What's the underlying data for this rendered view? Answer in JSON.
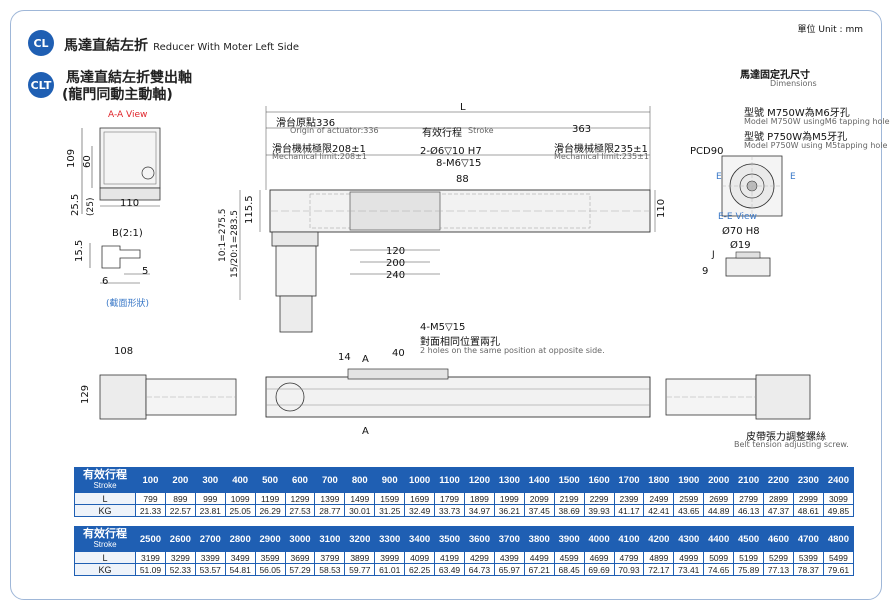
{
  "header": {
    "unit_label": "單位 Unit : mm",
    "cl": {
      "badge": "CL",
      "title_zh": "馬達直結左折",
      "title_en": "Reducer With Moter Left Side"
    },
    "clt": {
      "badge": "CLT",
      "title_zh": "馬達直結左折雙出軸",
      "subtitle_zh": "(龍門同動主動軸)"
    }
  },
  "left_views": {
    "aa_label": "A-A View",
    "dims": {
      "h109": "109",
      "h60": "60",
      "h25_5": "25.5",
      "h25": "(25)",
      "w110": "110",
      "b21": "B(2:1)",
      "h15_5": "15.5",
      "d5": "5",
      "d6": "6"
    },
    "section_note": "(截面形狀)"
  },
  "main_drawing": {
    "L": "L",
    "origin_zh": "滑台原點336",
    "origin_en": "Origin of actuator:336",
    "stroke_zh": "有效行程",
    "stroke_en": "Stroke",
    "right_len": "363",
    "mech_left_zh": "滑台機械極限208±1",
    "mech_left_en": "Mechanical limit:208±1",
    "mech_right_zh": "滑台機械極限235±1",
    "mech_right_en": "Mechanical limit:235±1",
    "holes1": "2-Ø6▽10 H7",
    "holes2": "8-M6▽15",
    "d88": "88",
    "d115_5": "115.5",
    "d110": "110",
    "ratio1": "10:1=275.5",
    "ratio2": "15/20:1=283.5",
    "d120": "120",
    "d200": "200",
    "d240": "240"
  },
  "right_views": {
    "title_zh": "馬達固定孔尺寸",
    "title_en": "Dimensions",
    "m750_zh": "型號 M750W為M6牙孔",
    "m750_en": "Model M750W usingM6 tapping hole",
    "p750_zh": "型號 P750W為M5牙孔",
    "p750_en": "Model P750W using M5tapping hole",
    "pcd": "PCD90",
    "ee_label": "E-E View",
    "d70": "Ø70 H8",
    "d19": "Ø19",
    "e_mark": "E",
    "j_mark": "J",
    "d9": "9"
  },
  "lower_drawing": {
    "holes_zh": "4-M5▽15",
    "holes_zh2": "對面相同位置兩孔",
    "holes_en": "2 holes on the same position at opposite side.",
    "d14": "14",
    "d40": "40",
    "a_mark": "A",
    "d108": "108",
    "d129": "129",
    "belt_zh": "皮帶張力調整螺絲",
    "belt_en": "Belt tension adjusting screw."
  },
  "spec_table": {
    "header_zh": "有效行程",
    "header_en": "Stroke",
    "row_L": "L",
    "row_KG": "KG",
    "block1": {
      "strokes": [
        "100",
        "200",
        "300",
        "400",
        "500",
        "600",
        "700",
        "800",
        "900",
        "1000",
        "1100",
        "1200",
        "1300",
        "1400",
        "1500",
        "1600",
        "1700",
        "1800",
        "1900",
        "2000",
        "2100",
        "2200",
        "2300",
        "2400"
      ],
      "L": [
        "799",
        "899",
        "999",
        "1099",
        "1199",
        "1299",
        "1399",
        "1499",
        "1599",
        "1699",
        "1799",
        "1899",
        "1999",
        "2099",
        "2199",
        "2299",
        "2399",
        "2499",
        "2599",
        "2699",
        "2799",
        "2899",
        "2999",
        "3099"
      ],
      "KG": [
        "21.33",
        "22.57",
        "23.81",
        "25.05",
        "26.29",
        "27.53",
        "28.77",
        "30.01",
        "31.25",
        "32.49",
        "33.73",
        "34.97",
        "36.21",
        "37.45",
        "38.69",
        "39.93",
        "41.17",
        "42.41",
        "43.65",
        "44.89",
        "46.13",
        "47.37",
        "48.61",
        "49.85"
      ]
    },
    "block2": {
      "strokes": [
        "2500",
        "2600",
        "2700",
        "2800",
        "2900",
        "3000",
        "3100",
        "3200",
        "3300",
        "3400",
        "3500",
        "3600",
        "3700",
        "3800",
        "3900",
        "4000",
        "4100",
        "4200",
        "4300",
        "4400",
        "4500",
        "4600",
        "4700",
        "4800"
      ],
      "L": [
        "3199",
        "3299",
        "3399",
        "3499",
        "3599",
        "3699",
        "3799",
        "3899",
        "3999",
        "4099",
        "4199",
        "4299",
        "4399",
        "4499",
        "4599",
        "4699",
        "4799",
        "4899",
        "4999",
        "5099",
        "5199",
        "5299",
        "5399",
        "5499"
      ],
      "KG": [
        "51.09",
        "52.33",
        "53.57",
        "54.81",
        "56.05",
        "57.29",
        "58.53",
        "59.77",
        "61.01",
        "62.25",
        "63.49",
        "64.73",
        "65.97",
        "67.21",
        "68.45",
        "69.69",
        "70.93",
        "72.17",
        "73.41",
        "74.65",
        "75.89",
        "77.13",
        "78.37",
        "79.61"
      ]
    }
  }
}
